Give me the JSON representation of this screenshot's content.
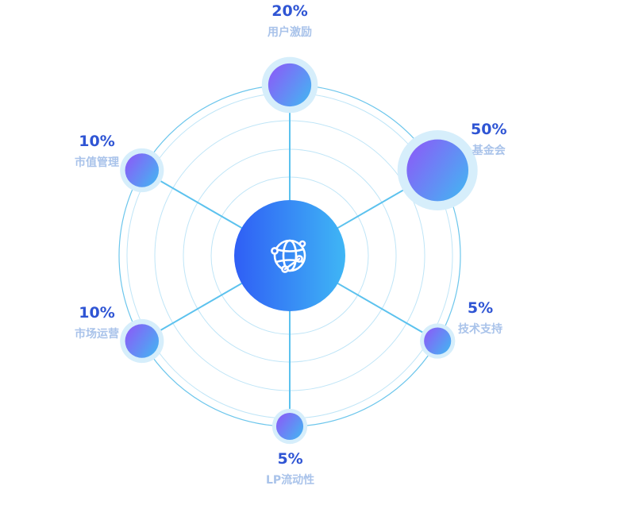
{
  "chart_data": {
    "type": "radial-bubble",
    "center_icon": "globe-network-icon",
    "unit": "%",
    "categories": [
      "用户激励",
      "基金会",
      "技术支持",
      "LP流动性",
      "市场运营",
      "市值管理"
    ],
    "values": [
      20,
      50,
      5,
      5,
      10,
      10
    ],
    "value_labels": [
      "20%",
      "50%",
      "5%",
      "5%",
      "10%",
      "10%"
    ],
    "rings": 5,
    "colors": {
      "center_start": "#2f5ef5",
      "center_end": "#3fb6f5",
      "bubble_start": "#8a5cf8",
      "bubble_end": "#45b3f2",
      "halo": "#d6eefb",
      "spoke": "#5cc2ee",
      "ring_outer": "#6cc6ec",
      "ring_inner": "#bfe5f7",
      "value_text": "#2f55d4",
      "name_text": "#a9c3ea"
    }
  }
}
